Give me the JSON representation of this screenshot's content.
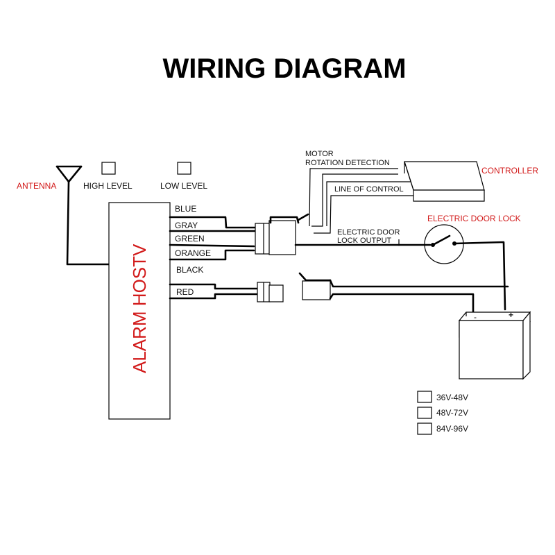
{
  "title": "WIRING DIAGRAM",
  "labels": {
    "antenna": "ANTENNA",
    "high_level": "HIGH LEVEL",
    "low_level": "LOW LEVEL",
    "host": "ALARM HOSTV",
    "motor_line1": "MOTOR",
    "motor_line2": "ROTATION DETECTION",
    "controller": "CONTROLLER",
    "line_of_control": "LINE OF CONTROL",
    "door_lock": "ELECTRIC DOOR LOCK",
    "lock_output_line1": "ELECTRIC DOOR",
    "lock_output_line2": "LOCK OUTPUT"
  },
  "wires": [
    "BLUE",
    "GRAY",
    "GREEN",
    "ORANGE",
    "BLACK",
    "RED"
  ],
  "battery": {
    "minus": "-",
    "plus": "+"
  },
  "voltages": [
    "36V-48V",
    "48V-72V",
    "84V-96V"
  ],
  "colors": {
    "accent_red": "#d21a1a",
    "line": "#000000"
  }
}
